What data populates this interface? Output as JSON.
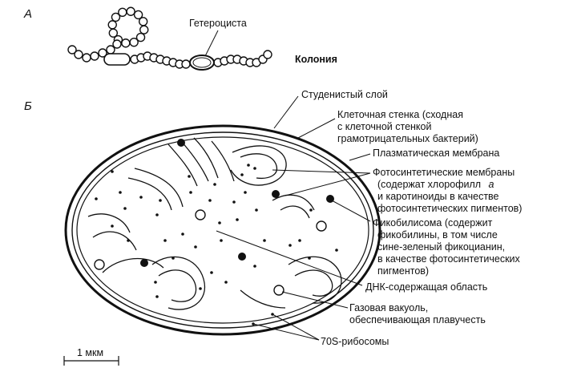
{
  "section_a": "А",
  "section_b": "Б",
  "colony": {
    "heterocyst_label": "Гетероциста",
    "colony_label": "Колония"
  },
  "labels": {
    "capsule": "Студенистый слой",
    "cell_wall_1": "Клеточная стенка (сходная",
    "cell_wall_2": "с клеточной стенкой",
    "cell_wall_3": "грамотрицательных бактерий)",
    "plasma_membrane": "Плазматическая мембрана",
    "photo_1": "Фотосинтетические мембраны",
    "photo_2": "(содержат хлорофилл",
    "photo_2_italic": "а",
    "photo_3": "и каротиноиды в качестве",
    "photo_4": "фотосинтетических пигментов)",
    "phyco_1": "Фикобилисома (содержит",
    "phyco_2": "фикобилины, в том числе",
    "phyco_3": "сине-зеленый фикоцианин,",
    "phyco_4": "в качестве фотосинтетических",
    "phyco_5": "пигментов)",
    "dna": "ДНК-содержащая область",
    "vacuole_1": "Газовая вакуоль,",
    "vacuole_2": "обеспечивающая плавучесть",
    "ribosomes": "70S-рибосомы"
  },
  "scale_bar": "1 мкм"
}
